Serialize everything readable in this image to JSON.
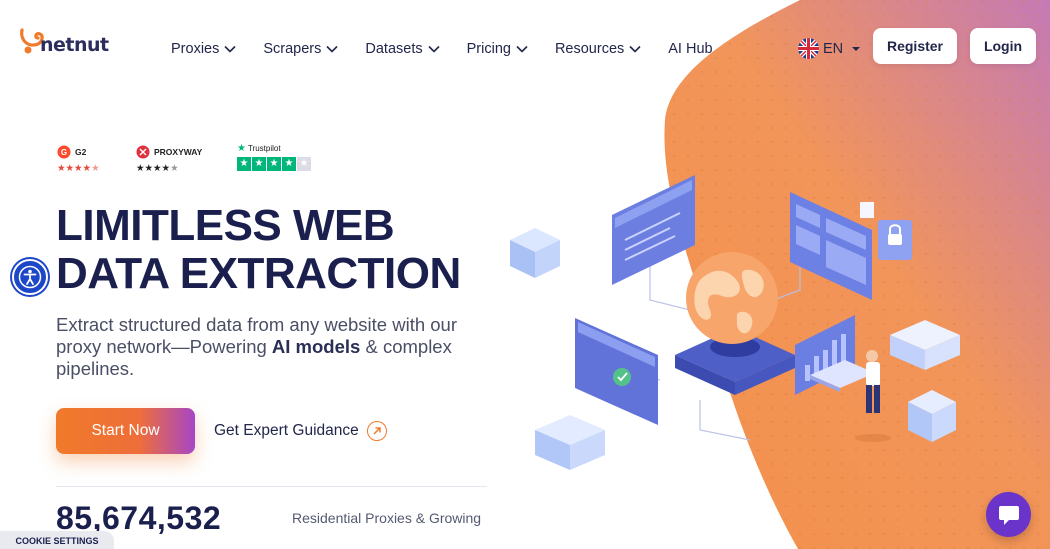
{
  "brand": {
    "logo_text": "netnut"
  },
  "nav": [
    {
      "label": "Proxies",
      "has_dropdown": true
    },
    {
      "label": "Scrapers",
      "has_dropdown": true
    },
    {
      "label": "Datasets",
      "has_dropdown": true
    },
    {
      "label": "Pricing",
      "has_dropdown": true
    },
    {
      "label": "Resources",
      "has_dropdown": true
    },
    {
      "label": "AI Hub",
      "has_dropdown": false
    }
  ],
  "language": {
    "label": "EN",
    "flag": "uk-flag-icon"
  },
  "auth": {
    "register_label": "Register",
    "login_label": "Login"
  },
  "ratings": [
    {
      "name": "G2",
      "stars": 4.5,
      "icon": "g2-icon"
    },
    {
      "name": "PROXYWAY",
      "stars": 4.5,
      "icon": "proxyway-icon"
    },
    {
      "name": "Trustpilot",
      "stars": 4,
      "icon": "trustpilot-icon"
    }
  ],
  "hero": {
    "headline_line1": "LIMITLESS WEB",
    "headline_line2": "DATA EXTRACTION",
    "sub_part1": "Extract structured data from any website with our proxy network—Powering ",
    "sub_bold": "AI models",
    "sub_part2": " & complex pipelines.",
    "cta_primary": "Start Now",
    "cta_secondary": "Get Expert Guidance"
  },
  "stats": {
    "count": "85,674,532",
    "label": "Residential Proxies & Growing"
  },
  "cookie": {
    "label": "COOKIE SETTINGS"
  },
  "colors": {
    "accent": "#f07a2a",
    "navy": "#1a1f4d",
    "purple": "#6a33c9",
    "blob": "#f39a55"
  }
}
